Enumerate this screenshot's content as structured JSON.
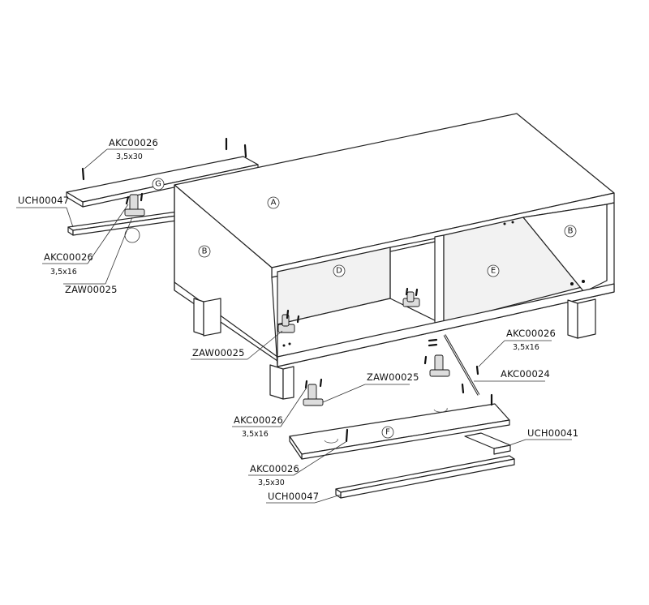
{
  "panels": {
    "A": "A",
    "B_left": "B",
    "B_right": "B",
    "D": "D",
    "E": "E",
    "F": "F",
    "G": "G"
  },
  "labels": {
    "akc_top_left": {
      "code": "AKC00026",
      "size": "3,5x30"
    },
    "uch_top_left": {
      "code": "UCH00047"
    },
    "akc_left_mid": {
      "code": "AKC00026",
      "size": "3,5x16"
    },
    "zaw_left_mid": {
      "code": "ZAW00025"
    },
    "zaw_center_left": {
      "code": "ZAW00025"
    },
    "zaw_center": {
      "code": "ZAW00025"
    },
    "akc_right": {
      "code": "AKC00026",
      "size": "3,5x16"
    },
    "akc24_right": {
      "code": "AKC00024"
    },
    "akc_bottom_left": {
      "code": "AKC00026",
      "size": "3,5x16"
    },
    "uch41_right": {
      "code": "UCH00041"
    },
    "akc_bottom": {
      "code": "AKC00026",
      "size": "3,5x30"
    },
    "uch_bottom": {
      "code": "UCH00047"
    }
  }
}
